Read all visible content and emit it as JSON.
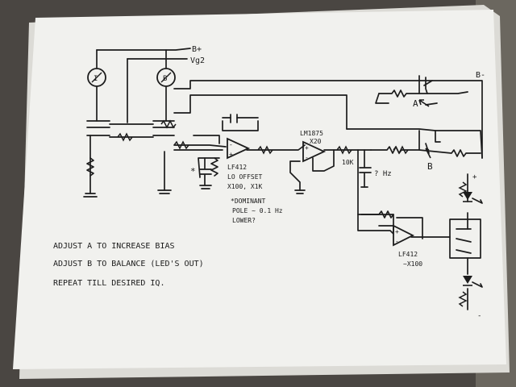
{
  "schematic": {
    "rails": {
      "bplus": "B+",
      "vg2": "Vg2",
      "bminus": "B-",
      "plus": "+",
      "minus": "-"
    },
    "meters": [
      {
        "symbol": "I"
      },
      {
        "symbol": "B"
      }
    ],
    "labels": {
      "pot_a": "A",
      "pot_b": "B",
      "opamp1_part": "LF412",
      "opamp1_note1": "LO OFFSET",
      "opamp1_note2": "X100, X1K",
      "star": "*",
      "dominant_note1": "*DOMINANT",
      "dominant_note2": "POLE ~ 0.1 Hz",
      "dominant_note3": "LOWER?",
      "opamp2_part": "LM1875",
      "opamp2_gain": "X20",
      "resistor_10k": "10K",
      "filter_hz": "? Hz",
      "opamp3_part": "LF412",
      "opamp3_gain": "~X100"
    },
    "notes": [
      "ADJUST  A  TO  INCREASE  BIAS",
      "ADJUST  B  TO  BALANCE  (LED'S OUT)",
      "REPEAT  TILL  DESIRED  IQ."
    ]
  }
}
